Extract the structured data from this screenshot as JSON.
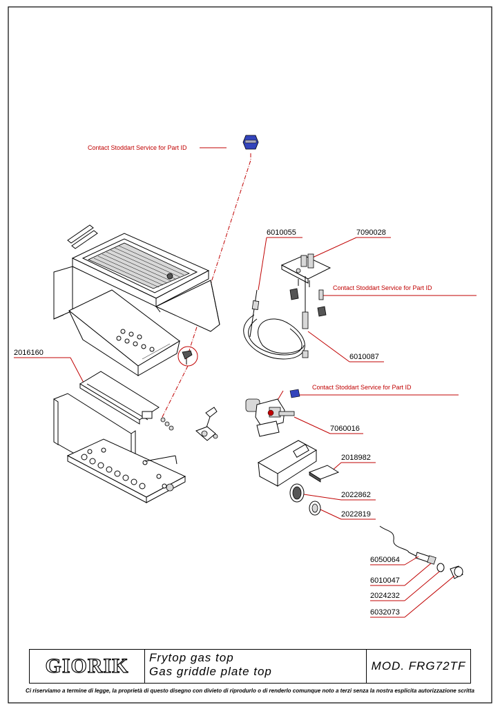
{
  "parts": {
    "contact_label": "Contact Stoddart Service for Part ID",
    "p2016160": "2016160",
    "p6010055": "6010055",
    "p7090028": "7090028",
    "p6010087": "6010087",
    "p7060016": "7060016",
    "p2018982": "2018982",
    "p2022862": "2022862",
    "p2022819": "2022819",
    "p6050064": "6050064",
    "p6010047": "6010047",
    "p2024232": "2024232",
    "p6032073": "6032073"
  },
  "title_block": {
    "logo": "GIORIK",
    "description_it": "Frytop gas top",
    "description_en": "Gas griddle plate top",
    "model": "MOD. FRG72TF"
  },
  "footer": {
    "notice": "Ci riserviamo a termine di legge, la proprietà di questo disegno con divieto di riprodurlo o di renderlo comunque noto a terzi senza la nostra esplicita autorizzazione scritta"
  },
  "colors": {
    "leader_red": "#c00000",
    "line_black": "#000000"
  }
}
